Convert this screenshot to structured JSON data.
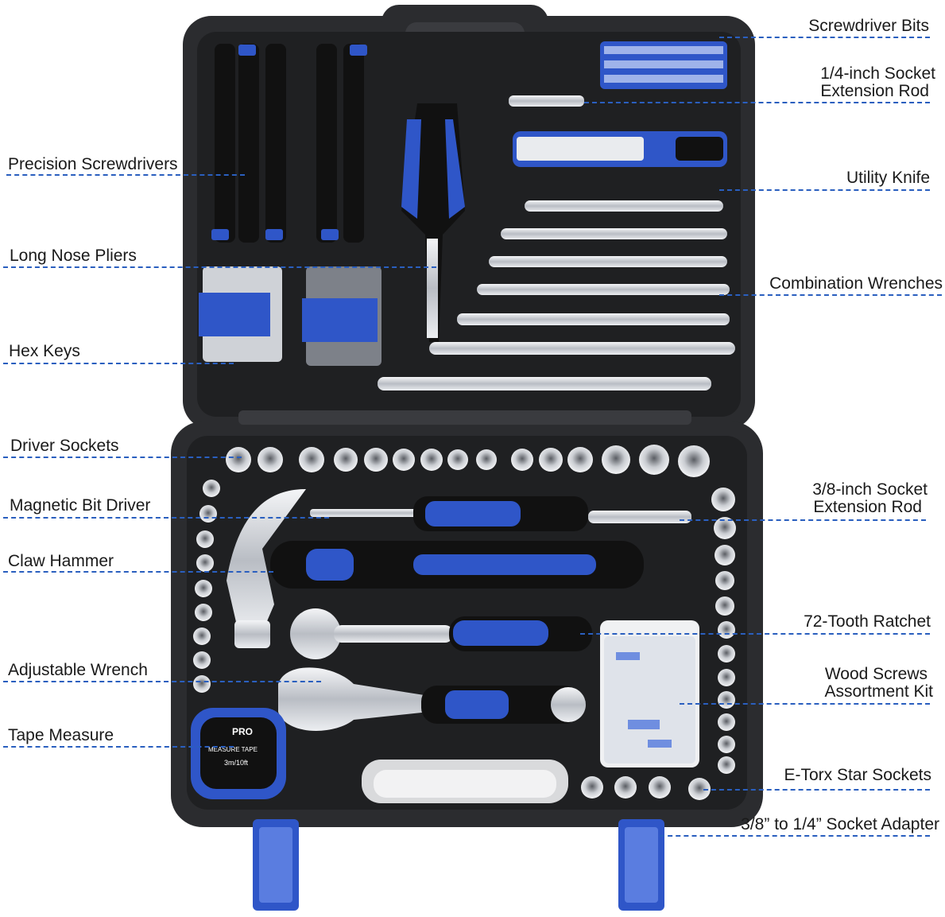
{
  "callouts": {
    "screwdriver_bits": "Screwdriver Bits",
    "socket_extension_quarter_line1": "1/4-inch Socket",
    "socket_extension_quarter_line2": "Extension Rod",
    "precision_screwdrivers": "Precision Screwdrivers",
    "utility_knife": "Utility Knife",
    "long_nose_pliers": "Long Nose Pliers",
    "combination_wrenches": "Combination Wrenches",
    "hex_keys": "Hex Keys",
    "driver_sockets": "Driver Sockets",
    "socket_extension_three_eighths_line1": "3/8-inch Socket",
    "socket_extension_three_eighths_line2": "Extension Rod",
    "magnetic_bit_driver": "Magnetic Bit Driver",
    "claw_hammer": "Claw Hammer",
    "ratchet": "72-Tooth Ratchet",
    "wood_screws_line1": "Wood Screws",
    "wood_screws_line2": "Assortment Kit",
    "adjustable_wrench": "Adjustable Wrench",
    "tape_measure": "Tape Measure",
    "etorx_sockets": "E-Torx Star Sockets",
    "socket_adapter": "3/8” to 1/4” Socket Adapter"
  },
  "tape_measure_text": {
    "brand": "PRO",
    "label": "MEASURE TAPE",
    "length": "3m/10ft"
  },
  "colors": {
    "case": "#2b2c2f",
    "tray": "#1b1c1e",
    "accent_blue": "#2f56c8",
    "chrome": "#d4d7dc",
    "leader": "#2a5fbf"
  },
  "icons": [
    "screwdriver-icon",
    "pliers-icon",
    "hex-key-icon",
    "wrench-icon",
    "socket-icon",
    "hammer-icon",
    "ratchet-icon",
    "tape-measure-icon"
  ]
}
